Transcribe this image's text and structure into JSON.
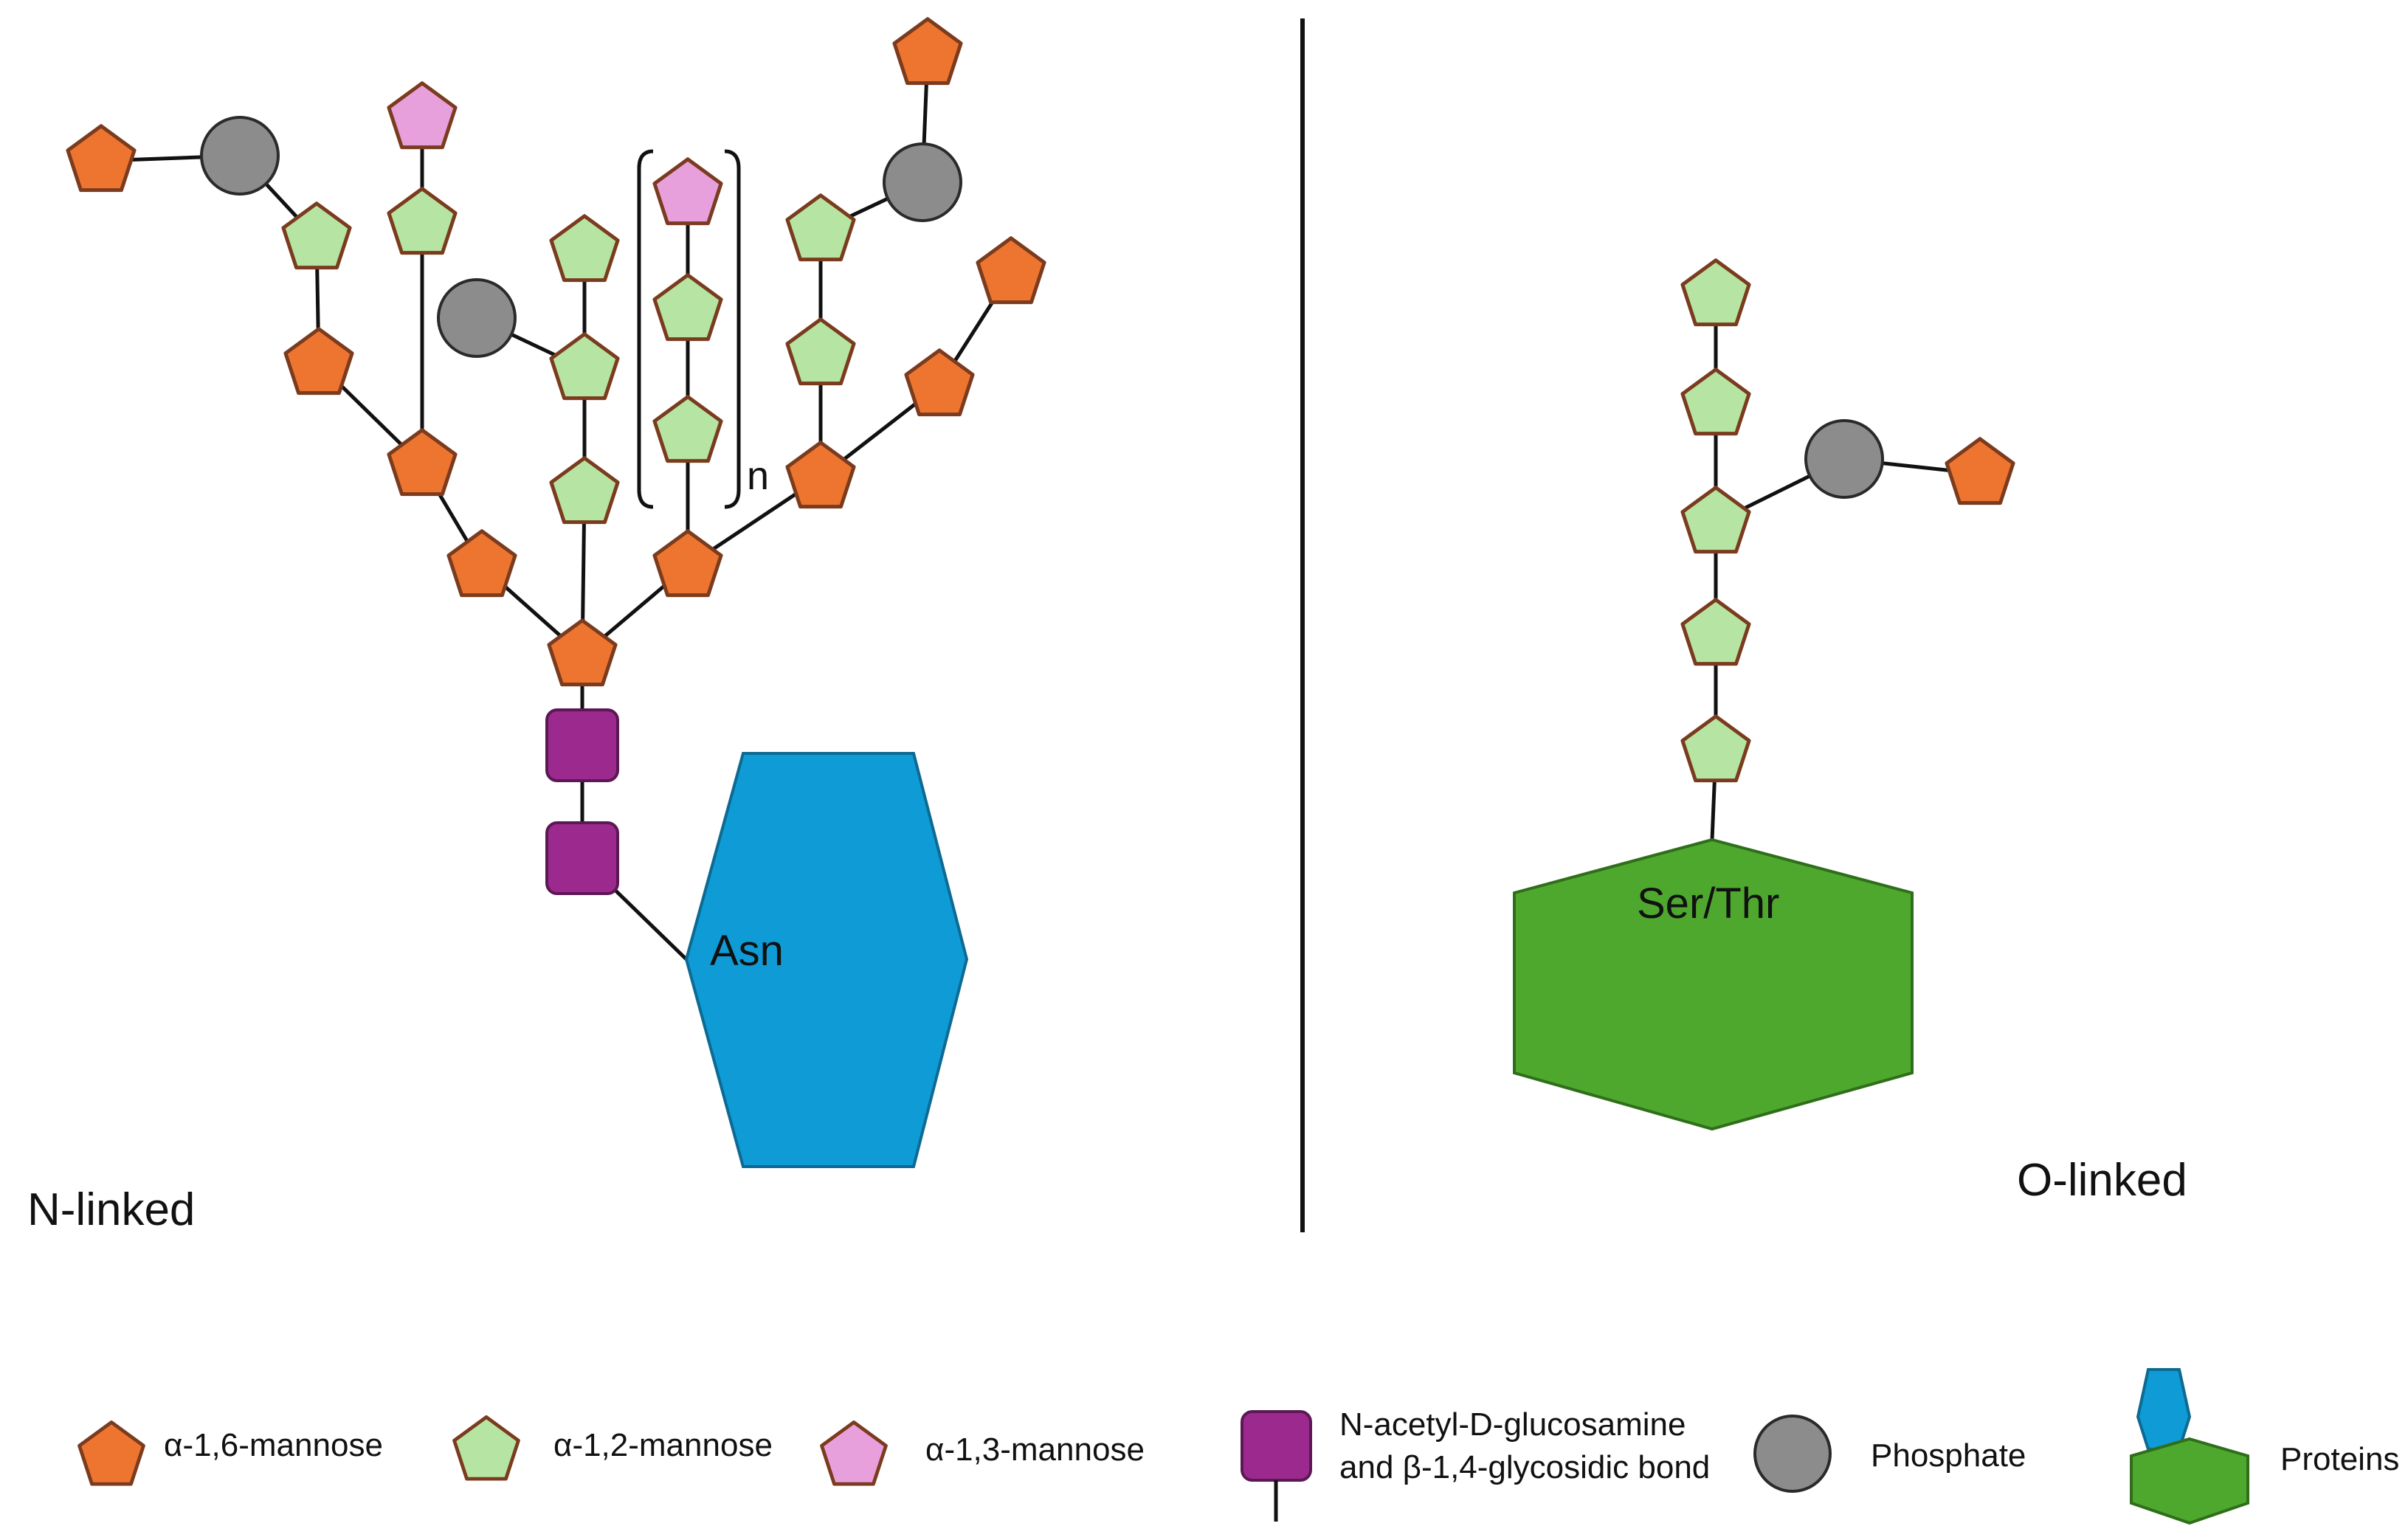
{
  "panels": {
    "n_linked_label": "N-linked",
    "o_linked_label": "O-linked",
    "asn_label": "Asn",
    "ser_thr_label": "Ser/Thr",
    "repeat_label": "n"
  },
  "legend": {
    "a16": "α-1,6-mannose",
    "a12": "α-1,2-mannose",
    "a13": "α-1,3-mannose",
    "glcnac_line1": "N-acetyl-D-glucosamine",
    "glcnac_line2": "and β-1,4-glycosidic bond",
    "phosphate": "Phosphate",
    "proteins": "Proteins"
  },
  "colors": {
    "a16_mannose": "#ed7530",
    "a12_mannose": "#b6e4a2",
    "a13_mannose": "#e8a0dc",
    "glcnac": "#9c2a8e",
    "phosphate": "#8c8c8c",
    "asn_protein": "#0f9bd6",
    "ser_thr_protein": "#4ea82e",
    "outline": "#7a3b1e"
  },
  "icons": {
    "a16": "orange-pentagon",
    "a12": "green-pentagon",
    "a13": "pink-pentagon",
    "glcnac": "purple-rounded-square",
    "phosphate": "grey-circle",
    "protein": "hexagon"
  }
}
